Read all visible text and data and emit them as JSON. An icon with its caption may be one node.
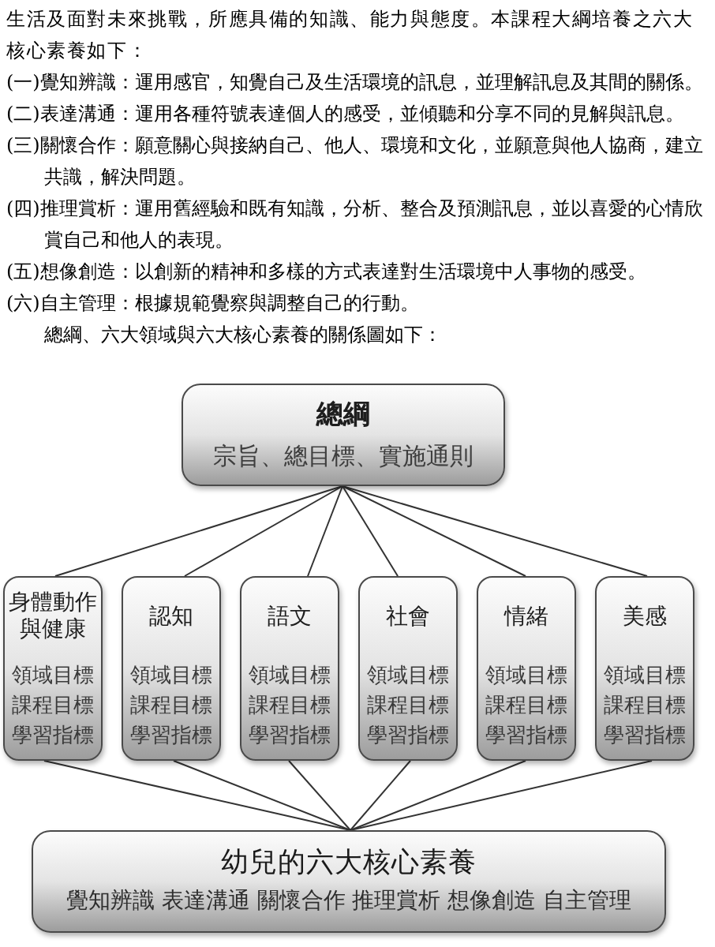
{
  "diagram": {
    "nodes": [
      {
        "text": [
          "總綱",
          "宗旨、總目標、實施通則"
        ]
      },
      {
        "text": [
          "身體動作與健康",
          "領域目標",
          "課程目標",
          "學習指標"
        ]
      },
      {
        "text": [
          "認知",
          "領域目標",
          "課程目標",
          "學習指標"
        ]
      },
      {
        "text": [
          "語文",
          "領域目標",
          "課程目標",
          "學習指標"
        ]
      },
      {
        "text": [
          "社會",
          "領域目標",
          "課程目標",
          "學習指標"
        ]
      },
      {
        "text": [
          "情緒",
          "領域目標",
          "課程目標",
          "學習指標"
        ]
      },
      {
        "text": [
          "美感",
          "領域目標",
          "課程目標",
          "學習指標"
        ]
      },
      {
        "text": [
          "幼兒的六大核心素養",
          "覺知辨識 表達溝通 關懷合作 推理賞析 想像創造 自主管理"
        ]
      }
    ],
    "edges": [
      {
        "from": 0,
        "to": 1,
        "arrow": "none"
      },
      {
        "from": 0,
        "to": 2,
        "arrow": "none"
      },
      {
        "from": 0,
        "to": 3,
        "arrow": "none"
      },
      {
        "from": 0,
        "to": 4,
        "arrow": "none"
      },
      {
        "from": 0,
        "to": 5,
        "arrow": "none"
      },
      {
        "from": 0,
        "to": 6,
        "arrow": "none"
      },
      {
        "from": 1,
        "to": 7,
        "arrow": "none"
      },
      {
        "from": 2,
        "to": 7,
        "arrow": "none"
      },
      {
        "from": 3,
        "to": 7,
        "arrow": "none"
      },
      {
        "from": 4,
        "to": 7,
        "arrow": "none"
      },
      {
        "from": 5,
        "to": 7,
        "arrow": "none"
      },
      {
        "from": 6,
        "to": 7,
        "arrow": "none"
      }
    ],
    "labels": [
      "生活及面對未來挑戰，所應具備的知識、能力與態度。本課程大綱培養之六大核心素養如下：",
      "(一)覺知辨識：運用感官，知覺自己及生活環境的訊息，並理解訊息及其間的關係。",
      "(二)表達溝通：運用各種符號表達個人的感受，並傾聽和分享不同的見解與訊息。",
      "(三)關懷合作：願意關心與接納自己、他人、環境和文化，並願意與他人協商，建立共識，解決問題。",
      "(四)推理賞析：運用舊經驗和既有知識，分析、整合及預測訊息，並以喜愛的心情欣賞自己和他人的表現。",
      "(五)想像創造：以創新的精神和多樣的方式表達對生活環境中人事物的感受。",
      "(六)自主管理：根據規範覺察與調整自己的行動。",
      "總綱、六大領域與六大核心素養的關係圖如下："
    ]
  }
}
